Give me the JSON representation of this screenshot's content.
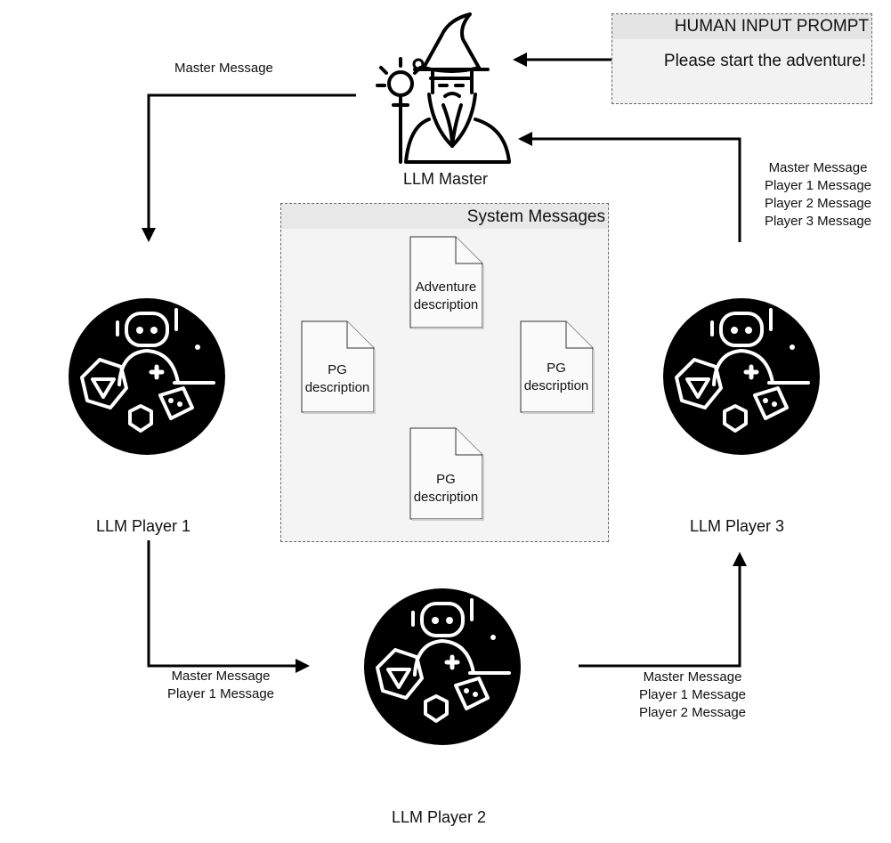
{
  "human_prompt": {
    "title": "HUMAN INPUT PROMPT",
    "text": "Please start the adventure!"
  },
  "master": {
    "label": "LLM Master"
  },
  "system_messages": {
    "title": "System Messages",
    "docs": [
      {
        "line1": "Adventure",
        "line2": "description"
      },
      {
        "line1": "PG",
        "line2": "description"
      },
      {
        "line1": "PG",
        "line2": "description"
      },
      {
        "line1": "PG",
        "line2": "description"
      }
    ]
  },
  "players": [
    {
      "label": "LLM Player 1"
    },
    {
      "label": "LLM Player 2"
    },
    {
      "label": "LLM Player 3"
    }
  ],
  "flows": {
    "master_to_p1": {
      "lines": [
        "Master Message"
      ]
    },
    "p1_to_p2": {
      "lines": [
        "Master Message",
        "Player 1 Message"
      ]
    },
    "p2_to_p3": {
      "lines": [
        "Master Message",
        "Player 1 Message",
        "Player 2 Message"
      ]
    },
    "p3_to_master": {
      "lines": [
        "Master Message",
        "Player 1 Message",
        "Player 2 Message",
        "Player 3 Message"
      ]
    }
  },
  "icons": {
    "master": "wizard-icon",
    "player": "robot-with-dice-icon",
    "document": "document-icon"
  }
}
